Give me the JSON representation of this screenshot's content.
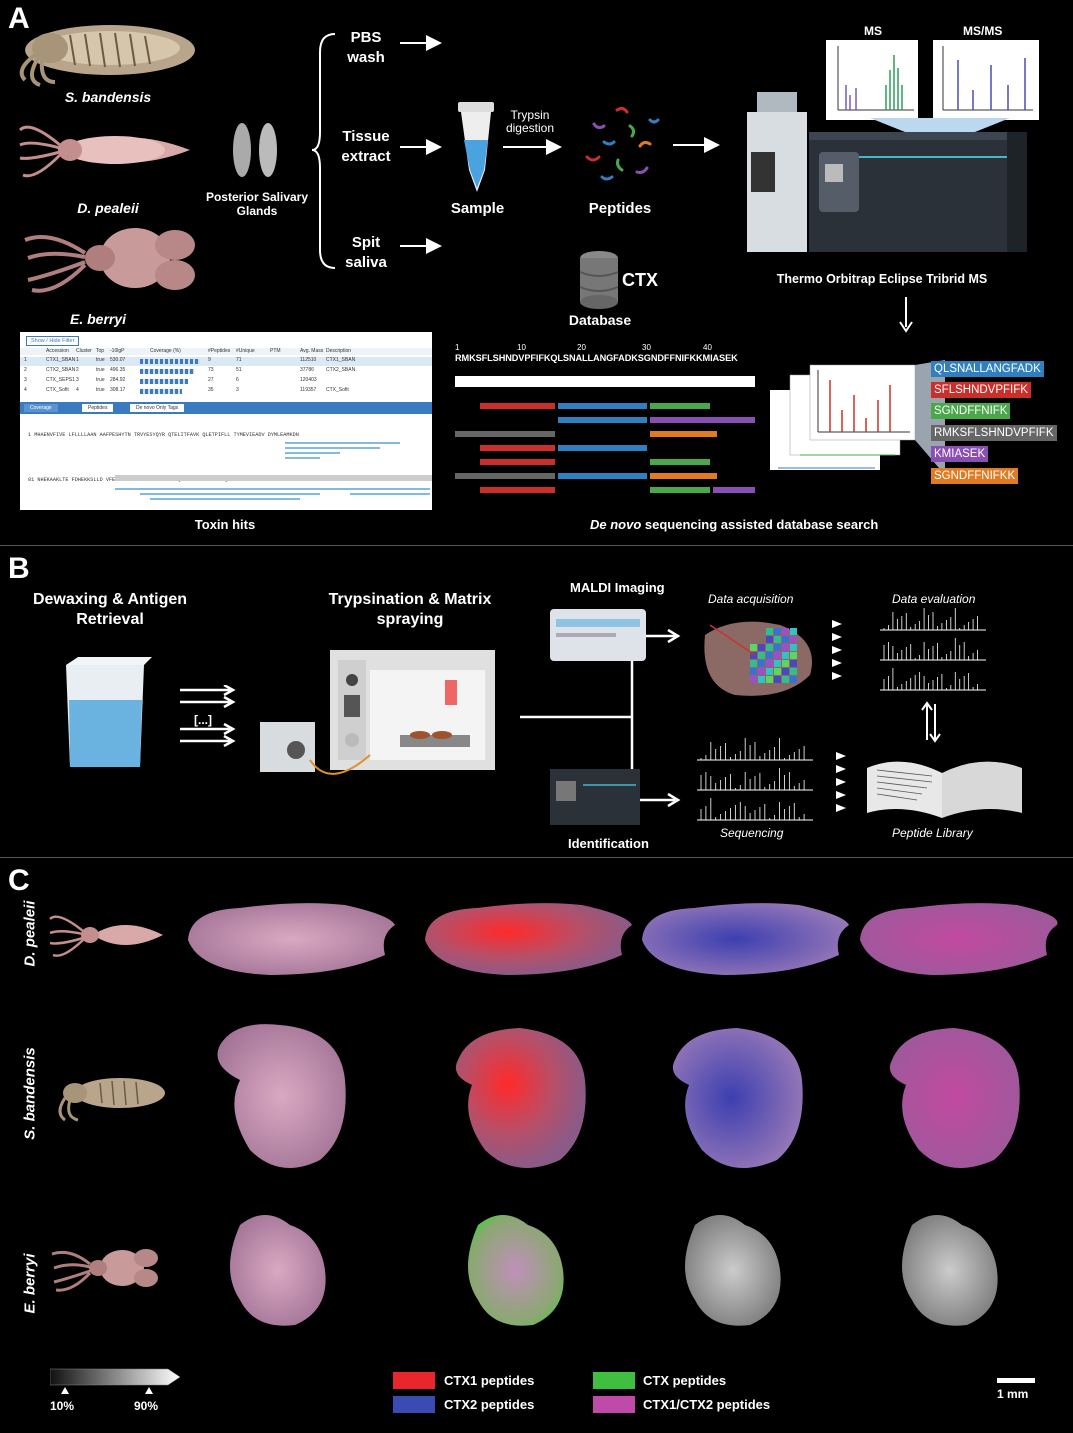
{
  "panels": {
    "a": "A",
    "b": "B",
    "c": "C"
  },
  "panel_a": {
    "species": [
      "S. bandensis",
      "D. pealeii",
      "E. berryi"
    ],
    "glands_label": "Posterior Salivary Glands",
    "inputs": [
      "PBS wash",
      "Tissue extract",
      "Spit saliva"
    ],
    "sample_label": "Sample",
    "digestion_label": "Trypsin digestion",
    "peptides_label": "Peptides",
    "ms_label": "MS",
    "msms_label": "MS/MS",
    "instrument_label": "Thermo Orbitrap Eclipse Tribrid MS",
    "database_label": "Database",
    "ctx_label": "CTX",
    "toxin_hits_label": "Toxin hits",
    "denovo_label_italic": "De novo",
    "denovo_label_rest": " sequencing assisted database search",
    "sequence_numbers": [
      "1",
      "10",
      "20",
      "30",
      "40"
    ],
    "sequence": "RMKSFLSHNDVPFIFKQLSNALLANGFADKSGNDFFNIFKKMIASEK",
    "peptide_tags": [
      {
        "text": "QLSNALLANGFADK",
        "color": "#2f7fc1"
      },
      {
        "text": "SFLSHNDVPFIFK",
        "color": "#c9302c"
      },
      {
        "text": "SGNDFFNIFK",
        "color": "#4aa84a"
      },
      {
        "text": "RMKSFLSHNDVPFIFK",
        "color": "#666666"
      },
      {
        "text": "KMIASEK",
        "color": "#8a4fb3"
      },
      {
        "text": "SGNDFFNIFKK",
        "color": "#e07b22"
      }
    ],
    "screenshot": {
      "button": "Show / Hide Filter",
      "filter_text": "",
      "tabs": [
        "Coverage",
        "Peptides",
        "De novo Only Tags"
      ],
      "headers": [
        "Accession",
        "Cluster",
        "Top",
        "-10lgP",
        "Coverage (%)",
        "#Peptides",
        "#Unique",
        "PTM",
        "Avg. Mass",
        "Description"
      ],
      "rows": [
        [
          "1",
          "CTX1_SBAN",
          "1",
          "true",
          "530.07",
          "",
          "9",
          "71",
          "",
          "112510",
          "CTX1_SBAN"
        ],
        [
          "2",
          "CTX2_SBAN",
          "2",
          "true",
          "496.35",
          "",
          "73",
          "51",
          "",
          "37786",
          "CTX2_SBAN"
        ],
        [
          "3",
          "CTX_SEPS1",
          "3",
          "true",
          "284.92",
          "",
          "27",
          "6",
          "",
          "120403",
          ""
        ],
        [
          "4",
          "CTX_Sofit",
          "4",
          "true",
          "308.17",
          "",
          "35",
          "3",
          "",
          "119357",
          "CTX_Sofit"
        ]
      ],
      "seq_line1": "1  MHAENVFIVE LFLLLLAAN AAFPESHYTN TRVYESYQYR QTELITFAVK QLETPIFLL TYMEVIEADV DYMLEAMKDN",
      "seq_line2": "81 NHEKAAKLTE FDHEKKSLLD VFEVMSGFLE FLSVITITED LQVISDMFTD VHKLDQIED KLDKLDNSVS LHELLENFIP"
    }
  },
  "panel_b": {
    "step1": "Dewaxing & Antigen Retrieval",
    "ellipsis": "[...]",
    "step2": "Trypsination & Matrix spraying",
    "maldi": "MALDI Imaging",
    "identification": "Identification",
    "data_acquisition": "Data acquisition",
    "data_evaluation": "Data evaluation",
    "sequencing": "Sequencing",
    "peptide_library": "Peptide Library"
  },
  "panel_c": {
    "row_labels": [
      "D. pealeii",
      "S. bandensis",
      "E. berryi"
    ],
    "scale_ticks": [
      "10%",
      "90%"
    ],
    "scale_bar": "1 mm",
    "legend": [
      {
        "label": "CTX1 peptides",
        "color": "#e8262b"
      },
      {
        "label": "CTX2 peptides",
        "color": "#3a4bb3"
      },
      {
        "label": "CTX peptides",
        "color": "#3fbf3f"
      },
      {
        "label": "CTX1/CTX2 peptides",
        "color": "#c04aa8"
      }
    ]
  }
}
